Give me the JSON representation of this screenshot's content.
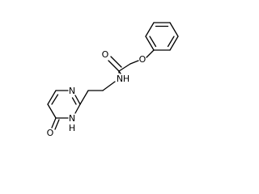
{
  "structure": {
    "atom_labels": {
      "carbonyl_oxygen": "O",
      "amide_nitrogen_n": "N",
      "amide_nitrogen_h": "H",
      "ether_oxygen": "O",
      "ring_nitrogen_top": "N",
      "ring_nitrogen_nh_n": "N",
      "ring_nitrogen_nh_h": "H",
      "ring_carbonyl_oxygen": "O"
    },
    "colors": {
      "bonds": "#000000",
      "labels": "#000000",
      "background": "#ffffff"
    }
  }
}
